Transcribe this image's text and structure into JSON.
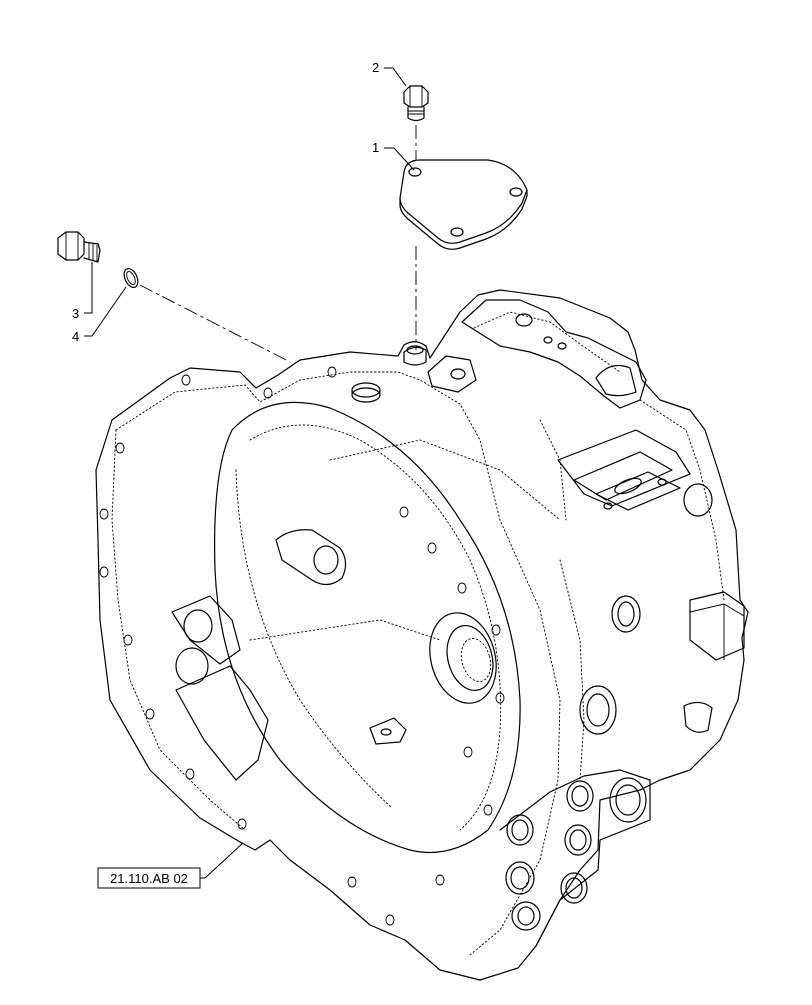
{
  "callouts": [
    {
      "id": "1",
      "label": "1"
    },
    {
      "id": "2",
      "label": "2"
    },
    {
      "id": "3",
      "label": "3"
    },
    {
      "id": "4",
      "label": "4"
    }
  ],
  "reference": {
    "label": "21.110.AB 02"
  }
}
